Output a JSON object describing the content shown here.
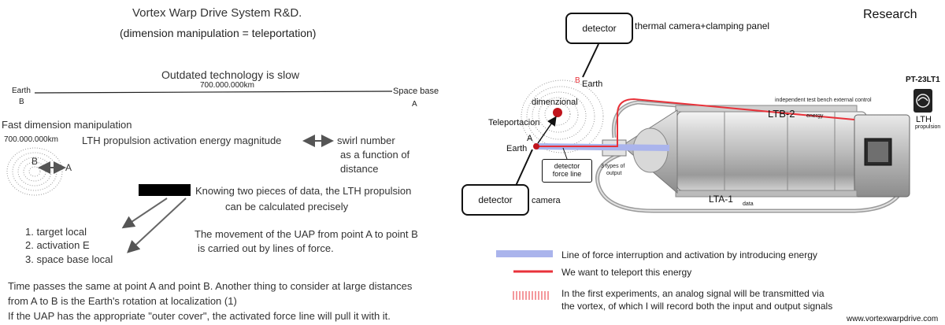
{
  "left": {
    "title": "Vortex Warp Drive System R&D.",
    "subtitle": "(dimension manipulation  = teleportation)",
    "slow_label": "Outdated technology is slow",
    "distance": "700.000.000km",
    "earth": "Earth",
    "earth_letter": "B",
    "space_base": "Space base",
    "space_base_letter": "A",
    "fast_label": "Fast dimension manipulation",
    "fast_distance": "700.000.000km",
    "point_b": "B",
    "point_a": "A",
    "propulsion_text": "LTH propulsion activation energy magnitude",
    "swirl_1": "swirl number",
    "swirl_2": "as a function of",
    "swirl_3": "distance",
    "knowing_1": "Knowing two pieces of data, the LTH propulsion",
    "knowing_2": "can be calculated precisely",
    "list": [
      "1. target local",
      "2. activation E",
      "3. space base local"
    ],
    "uap_1": "The movement of the UAP from point A to point B",
    "uap_2": "is carried out by lines of force.",
    "bottom_1": "Time passes the same at point A and point B. Another thing to consider at large distances",
    "bottom_2": "from A to B is the Earth's rotation at localization (1)",
    "bottom_3": "If the UAP has the appropriate \"outer cover\", the activated force line will pull it with it."
  },
  "right": {
    "heading": "Research",
    "detector_top": "detector",
    "thermal": "thermal camera+clamping panel",
    "b_letter": "B",
    "earth_b": "Earth",
    "dimenzional": "dimenzional",
    "teleportacion": "Teleportacion",
    "a_letter": "A",
    "earth_a": "Earth",
    "detector_force_1": "detector",
    "detector_force_2": "force line",
    "types_1": "3 types of",
    "types_2": "output",
    "detector_bottom": "detector",
    "camera": "camera",
    "pt": "PT-23LT1",
    "bench": "independent test bench external control",
    "ltb2": "LTB-2",
    "energy": "energy",
    "lth": "LTH",
    "propulsion": "propulsion",
    "lta1": "LTA-1",
    "data": "data",
    "legend_1": "Line of force interruption and activation by introducing energy",
    "legend_2": "We want to teleport this energy",
    "legend_3a": "In the first experiments, an analog signal will be transmitted via",
    "legend_3b": "the vortex, of which I will record both the input and output signals",
    "url": "www.vortexwarpdrive.com"
  },
  "colors": {
    "force_line": "#aab4ec",
    "energy_line": "#e8323a",
    "accent_dot": "#c0141c"
  }
}
